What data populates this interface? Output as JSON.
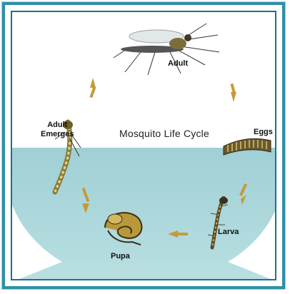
{
  "diagram": {
    "title": "Mosquito Life Cycle",
    "stages": {
      "adult": "Adult",
      "eggs": "Eggs",
      "larva": "Larva",
      "pupa": "Pupa",
      "adult_emerges": "Adult\nEmerges"
    }
  },
  "colors": {
    "frame": "#2f8fa8",
    "water": "#a9d6da",
    "arrow": "#c69a3a"
  },
  "icons": [
    "mosquito-adult-icon",
    "egg-raft-icon",
    "larva-icon",
    "pupa-icon",
    "emerging-adult-icon",
    "cycle-arrow-icon"
  ]
}
